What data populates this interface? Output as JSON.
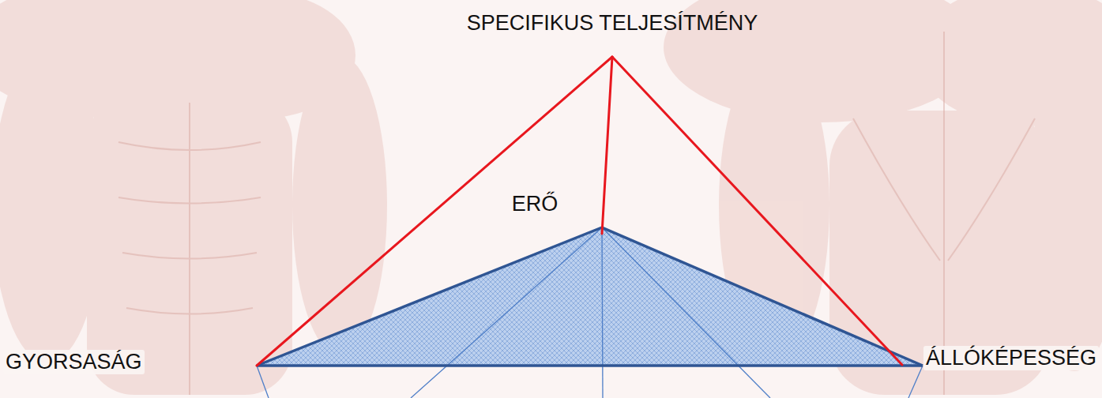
{
  "diagram": {
    "labels": [
      "SPECIFIKUS TELJESÍTMÉNY",
      "ERŐ",
      "GYORSASÁG",
      "ÁLLÓKÉPESSÉG"
    ]
  }
}
